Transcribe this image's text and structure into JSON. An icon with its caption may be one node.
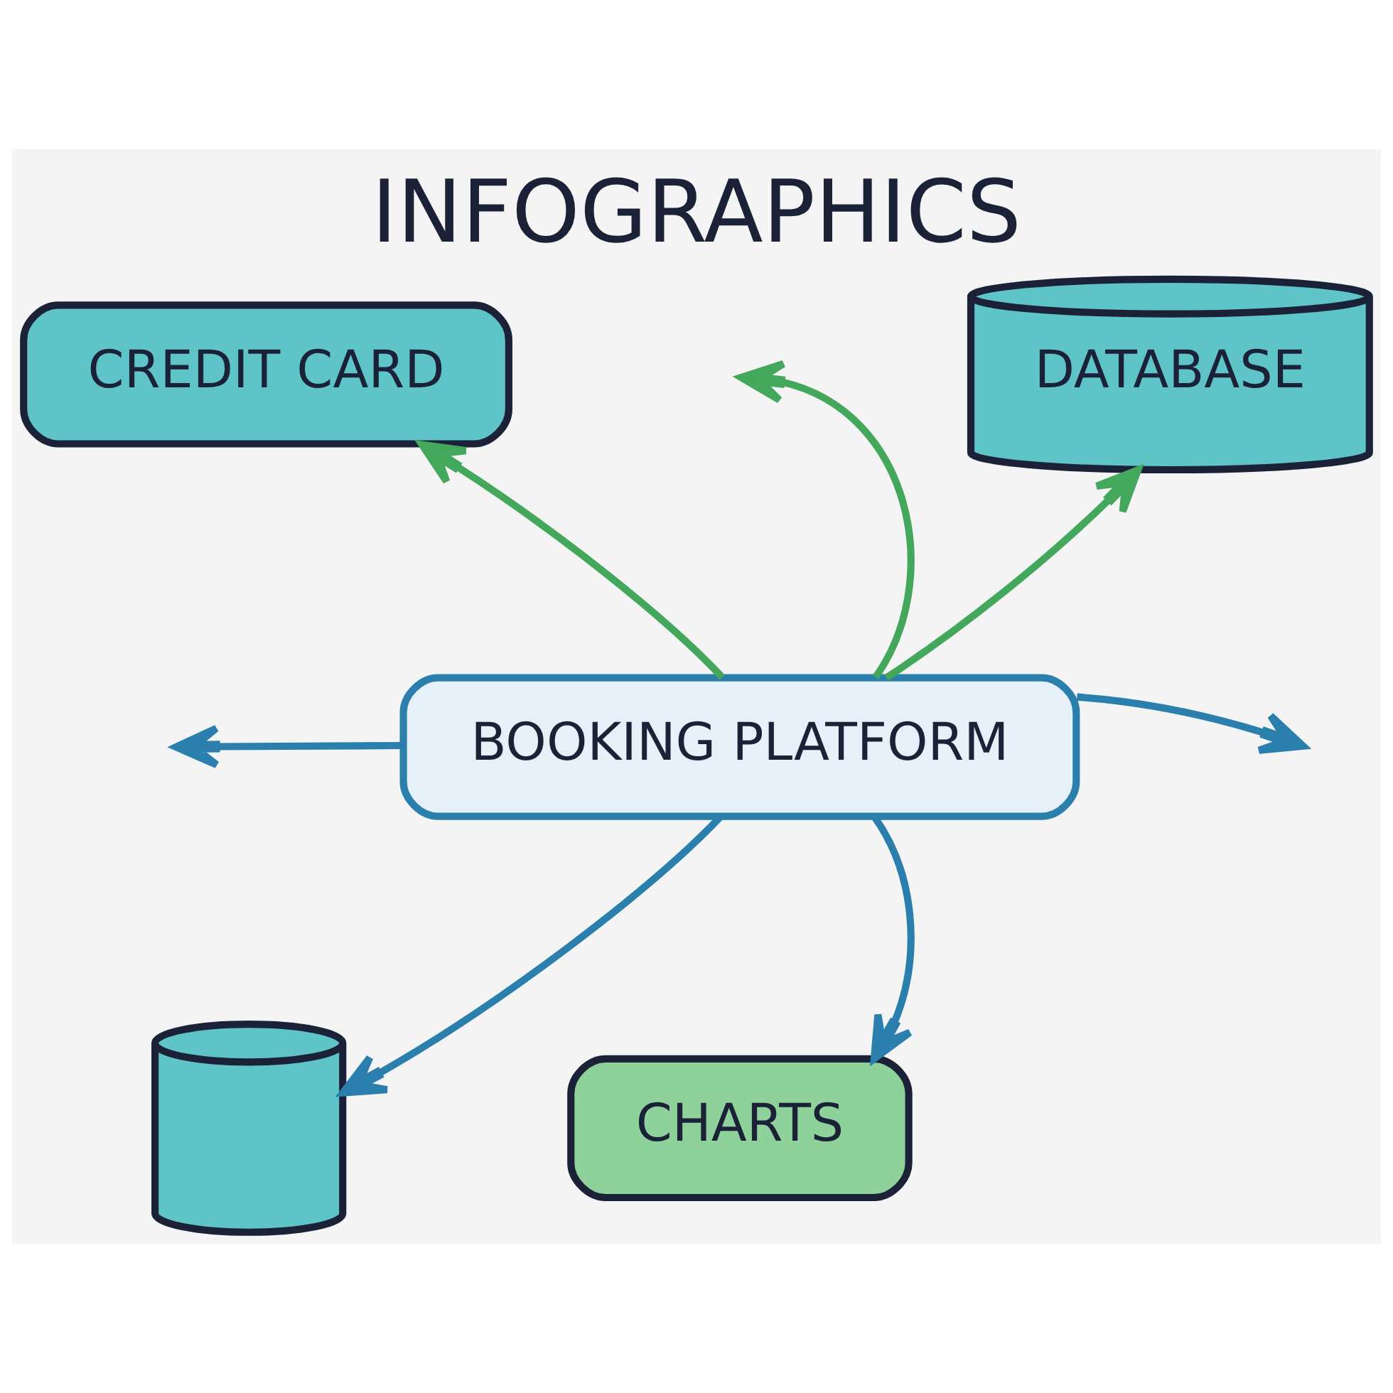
{
  "diagram": {
    "title": "INFOGRAPHICS",
    "nodes": [
      {
        "text": [
          "CREDIT CARD"
        ]
      },
      {
        "text": [
          "DATABASE"
        ]
      },
      {
        "text": [
          "BOOKING PLATFORM"
        ]
      },
      {
        "text": [],
        "shape": "picture"
      },
      {
        "text": [
          "CHARTS"
        ]
      }
    ],
    "edges": [
      {
        "from": 2,
        "to": null,
        "arrow": "to",
        "color": "#43a85c"
      },
      {
        "from": 2,
        "to": 0,
        "arrow": "to",
        "color": "#43a85c"
      },
      {
        "from": 2,
        "to": 1,
        "arrow": "to",
        "color": "#43a85c"
      },
      {
        "from": 2,
        "to": null,
        "arrow": "to"
      },
      {
        "from": 2,
        "to": null,
        "arrow": "to"
      },
      {
        "from": 2,
        "to": 3,
        "arrow": "to"
      },
      {
        "from": 2,
        "to": 4,
        "arrow": "to"
      }
    ]
  }
}
